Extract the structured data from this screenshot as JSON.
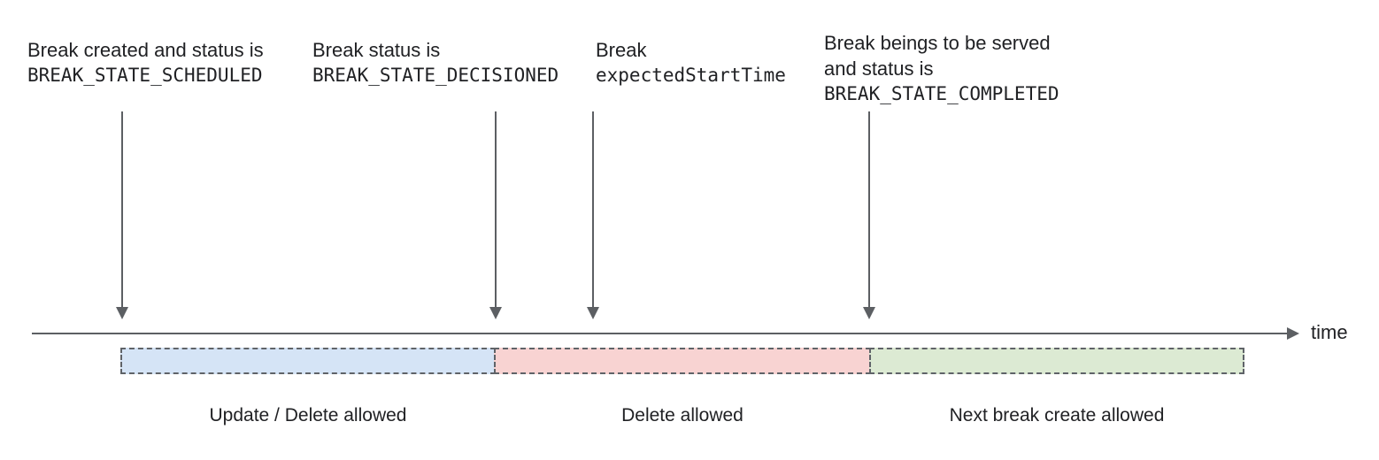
{
  "annotations": [
    {
      "lines": [
        "Break created and status is",
        "BREAK_STATE_SCHEDULED"
      ]
    },
    {
      "lines": [
        "Break status is",
        "BREAK_STATE_DECISIONED"
      ]
    },
    {
      "lines": [
        "Break",
        "expectedStartTime"
      ]
    },
    {
      "lines": [
        "Break beings to be served",
        "and status is",
        "BREAK_STATE_COMPLETED"
      ]
    }
  ],
  "timeline": {
    "label": "time"
  },
  "segments": [
    {
      "label": "Update / Delete allowed",
      "fill": "#d5e4f6"
    },
    {
      "label": "Delete allowed",
      "fill": "#f8d3d2"
    },
    {
      "label": "Next break create allowed",
      "fill": "#dcead3"
    }
  ],
  "colors": {
    "arrow": "#5c5f63",
    "segment_border": "#5f6368",
    "text": "#202124"
  }
}
